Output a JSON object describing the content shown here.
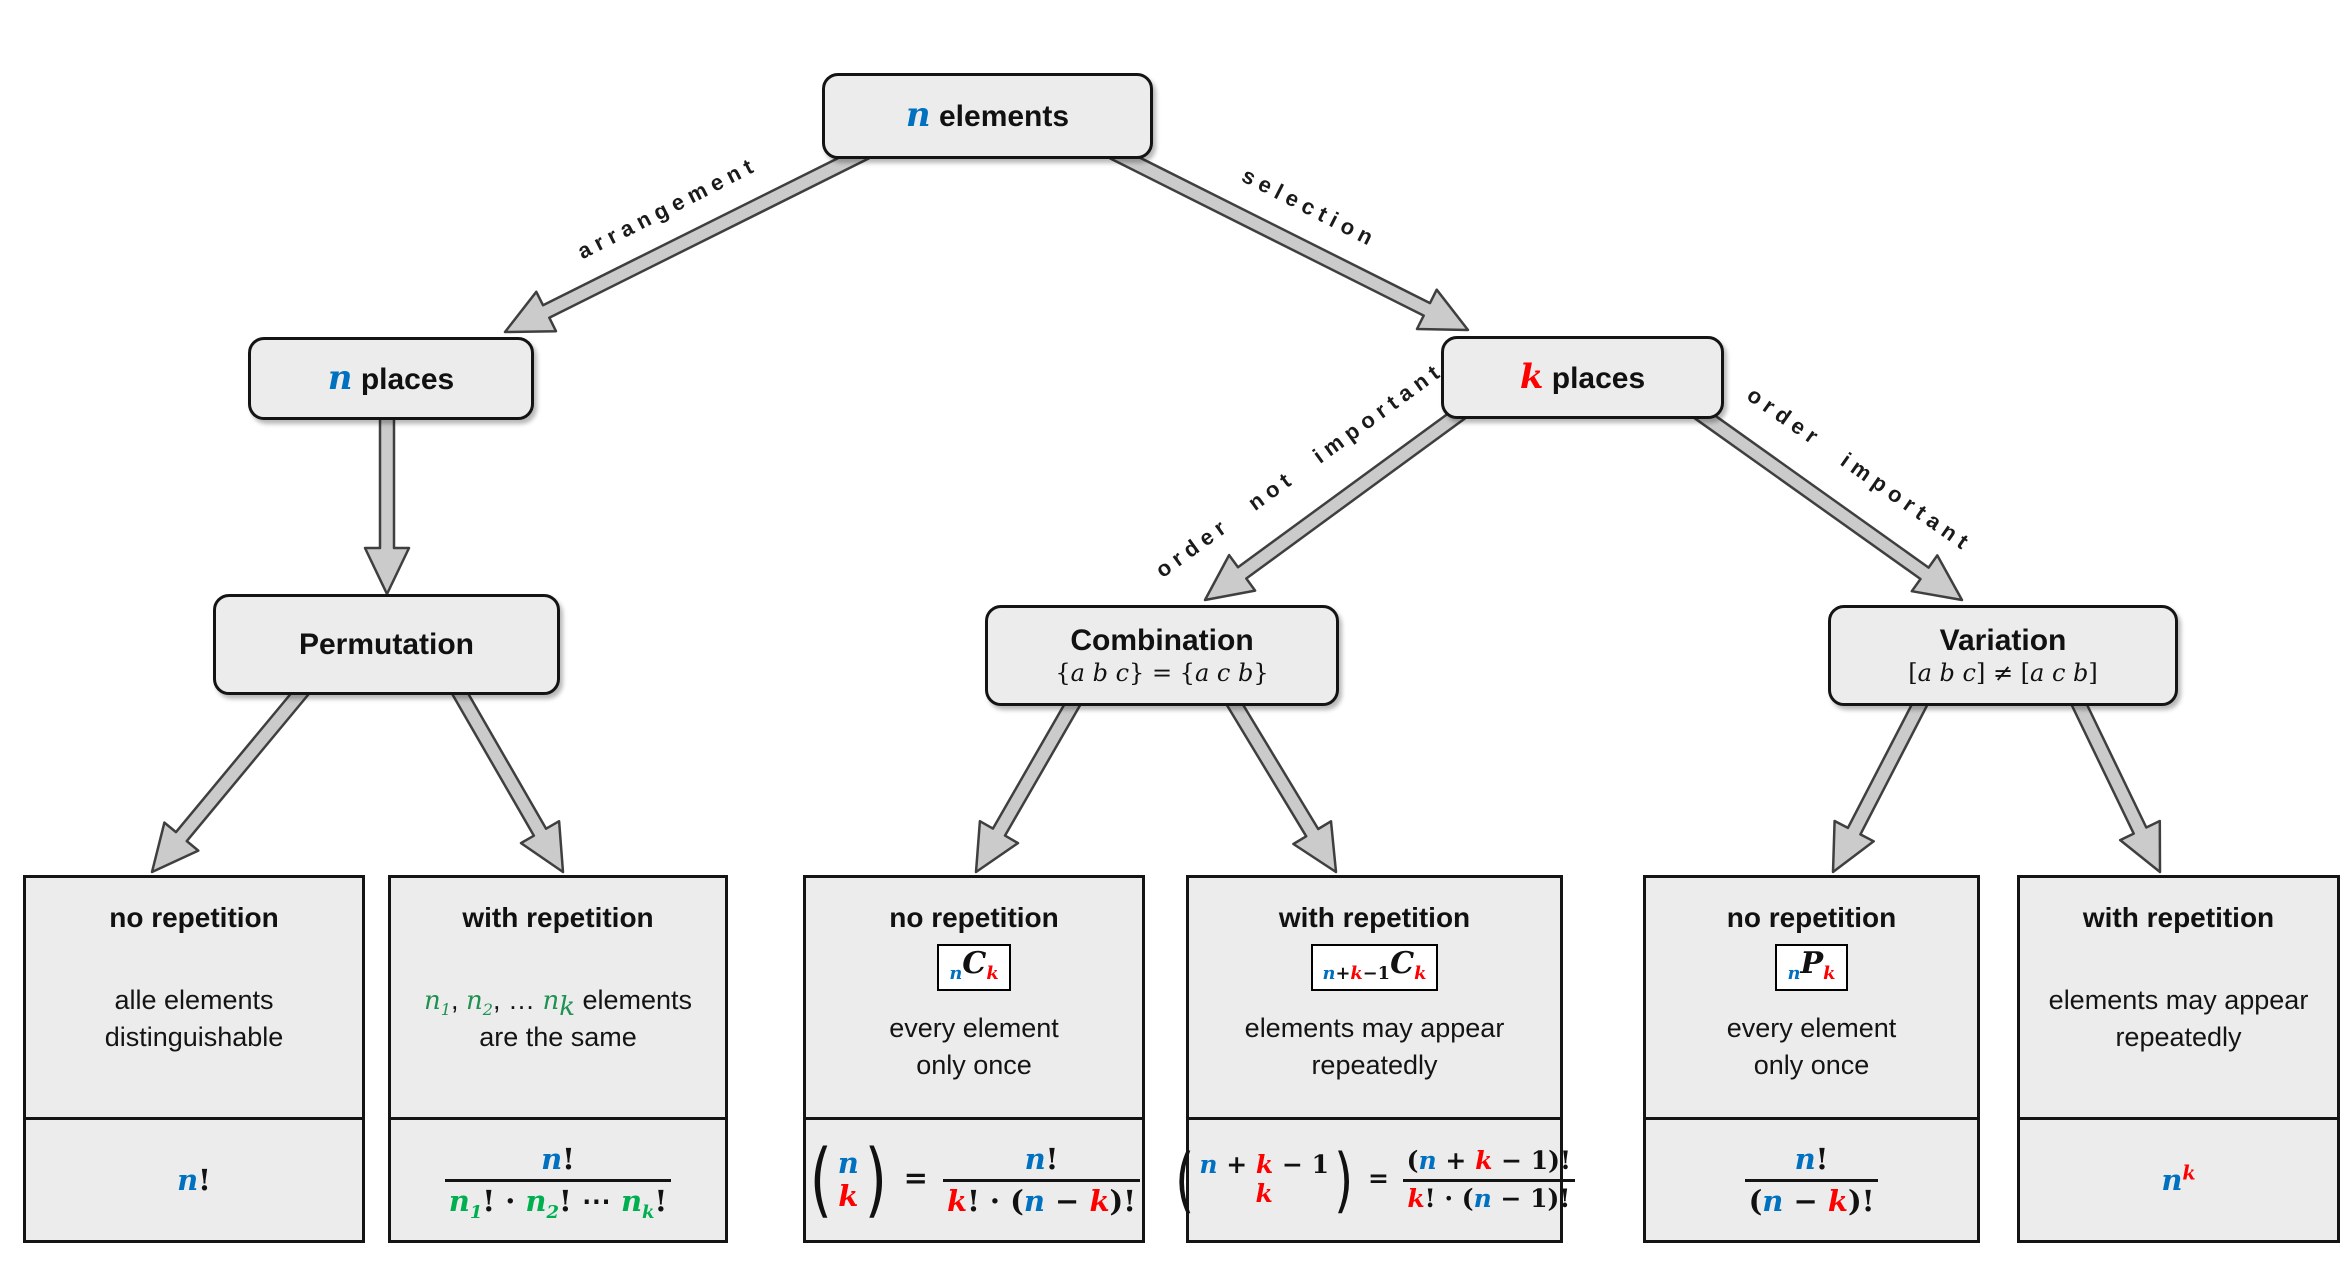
{
  "colors": {
    "blue": "#0070C0",
    "red": "#FF0000",
    "green": "#00B050",
    "green_dark": "#1F9151",
    "node_fill": "#ececec",
    "arrow_fill": "#cbcbcb"
  },
  "edges": {
    "arrangement": "arrangement",
    "selection": "selection",
    "order_not_important": "order not important",
    "order_important": "order important"
  },
  "nodes": {
    "n_elements": {
      "title": {
        "type": "row",
        "items": [
          {
            "t": "n",
            "c": "blue",
            "m": 1
          },
          " elements"
        ]
      }
    },
    "n_places": {
      "title": {
        "type": "row",
        "items": [
          {
            "t": "n",
            "c": "blue",
            "m": 1
          },
          " places"
        ]
      }
    },
    "k_places": {
      "title": {
        "type": "row",
        "items": [
          {
            "t": "k",
            "c": "red",
            "m": 1
          },
          " places"
        ]
      }
    },
    "permutation": {
      "title": {
        "type": "row",
        "items": [
          "Permutation"
        ]
      }
    },
    "combination": {
      "title": {
        "type": "row",
        "items": [
          "Combination"
        ]
      },
      "subtitle": {
        "type": "row",
        "items": [
          "{",
          {
            "t": "a b c",
            "m": 1
          },
          "} = {",
          {
            "t": "a c b",
            "m": 1
          },
          "}"
        ]
      }
    },
    "variation": {
      "title": {
        "type": "row",
        "items": [
          "Variation"
        ]
      },
      "subtitle": {
        "type": "row",
        "items": [
          "[",
          {
            "t": "a b c",
            "m": 1
          },
          "] ≠ [",
          {
            "t": "a c b",
            "m": 1
          },
          "]"
        ]
      }
    }
  },
  "cards": [
    {
      "header": "no repetition",
      "body": [
        {
          "type": "row",
          "items": [
            "alle elements"
          ]
        },
        {
          "type": "row",
          "items": [
            "distinguishable"
          ]
        }
      ],
      "formula": {
        "type": "row",
        "items": [
          {
            "t": "n",
            "c": "blue",
            "m": 1
          },
          "!"
        ]
      }
    },
    {
      "header": "with repetition",
      "body": [
        {
          "type": "row",
          "items": [
            {
              "t": "n",
              "c": "gd",
              "m": 1,
              "sub": {
                "t": "1",
                "c": "gd"
              }
            },
            ", ",
            {
              "t": "n",
              "c": "gd",
              "m": 1,
              "sub": {
                "t": "2",
                "c": "gd"
              }
            },
            ", … ",
            {
              "t": "n",
              "c": "gd",
              "m": 1,
              "sub": {
                "t": "k",
                "c": "gd",
                "m": 1
              }
            },
            " elements"
          ]
        },
        {
          "type": "row",
          "items": [
            "are the same"
          ]
        }
      ],
      "formula": {
        "type": "frac",
        "num": {
          "type": "row",
          "items": [
            {
              "t": "n",
              "c": "blue",
              "m": 1
            },
            "!"
          ]
        },
        "den": {
          "type": "row",
          "items": [
            {
              "t": "n",
              "c": "g",
              "m": 1,
              "sub": {
                "t": "1",
                "c": "g"
              }
            },
            "! · ",
            {
              "t": "n",
              "c": "g",
              "m": 1,
              "sub": {
                "t": "2",
                "c": "g"
              }
            },
            "! ⋯ ",
            {
              "t": "n",
              "c": "g",
              "m": 1,
              "sub": {
                "t": "k",
                "c": "g",
                "m": 1
              }
            },
            "!"
          ]
        }
      }
    },
    {
      "header": "no repetition",
      "badge": {
        "type": "row",
        "items": [
          {
            "t": "n",
            "c": "blue",
            "m": 1,
            "pos": "sub"
          },
          {
            "t": "C",
            "m": 1,
            "big": 1
          },
          {
            "t": "k",
            "c": "red",
            "m": 1,
            "pos": "sub"
          }
        ]
      },
      "body": [
        {
          "type": "row",
          "items": [
            "every element"
          ]
        },
        {
          "type": "row",
          "items": [
            "only once"
          ]
        }
      ],
      "formula": {
        "type": "row",
        "items": [
          {
            "type": "binom",
            "top": {
              "type": "row",
              "items": [
                {
                  "t": "n",
                  "c": "blue",
                  "m": 1
                }
              ]
            },
            "bot": {
              "type": "row",
              "items": [
                {
                  "t": "k",
                  "c": "red",
                  "m": 1
                }
              ]
            }
          },
          " = ",
          {
            "type": "frac",
            "num": {
              "type": "row",
              "items": [
                {
                  "t": "n",
                  "c": "blue",
                  "m": 1
                },
                "!"
              ]
            },
            "den": {
              "type": "row",
              "items": [
                {
                  "t": "k",
                  "c": "red",
                  "m": 1
                },
                "! · (",
                {
                  "t": "n",
                  "c": "blue",
                  "m": 1
                },
                " − ",
                {
                  "t": "k",
                  "c": "red",
                  "m": 1
                },
                ")!"
              ]
            }
          }
        ]
      }
    },
    {
      "header": "with repetition",
      "badge": {
        "type": "row",
        "items": [
          {
            "t": "n",
            "c": "blue",
            "m": 1,
            "pos": "sub"
          },
          {
            "t": "+",
            "pos": "sub"
          },
          {
            "t": "k",
            "c": "red",
            "m": 1,
            "pos": "sub"
          },
          {
            "t": "−1",
            "pos": "sub"
          },
          {
            "t": "C",
            "m": 1,
            "big": 1
          },
          {
            "t": "k",
            "c": "red",
            "m": 1,
            "pos": "sub"
          }
        ]
      },
      "body": [
        {
          "type": "row",
          "items": [
            "elements may appear"
          ]
        },
        {
          "type": "row",
          "items": [
            "repeatedly"
          ]
        }
      ],
      "formula": {
        "type": "row",
        "items": [
          {
            "type": "binom",
            "top": {
              "type": "row",
              "items": [
                {
                  "t": "n",
                  "c": "blue",
                  "m": 1
                },
                " + ",
                {
                  "t": "k",
                  "c": "red",
                  "m": 1
                },
                " − 1"
              ]
            },
            "bot": {
              "type": "row",
              "items": [
                {
                  "t": "k",
                  "c": "red",
                  "m": 1
                }
              ]
            }
          },
          " = ",
          {
            "type": "frac",
            "num": {
              "type": "row",
              "items": [
                "(",
                {
                  "t": "n",
                  "c": "blue",
                  "m": 1
                },
                " + ",
                {
                  "t": "k",
                  "c": "red",
                  "m": 1
                },
                " − 1",
                ")!"
              ]
            },
            "den": {
              "type": "row",
              "items": [
                {
                  "t": "k",
                  "c": "red",
                  "m": 1
                },
                "! · (",
                {
                  "t": "n",
                  "c": "blue",
                  "m": 1
                },
                " − 1",
                ")!"
              ]
            }
          }
        ]
      }
    },
    {
      "header": "no repetition",
      "badge": {
        "type": "row",
        "items": [
          {
            "t": "n",
            "c": "blue",
            "m": 1,
            "pos": "sub"
          },
          {
            "t": "P",
            "m": 1,
            "big": 1
          },
          {
            "t": "k",
            "c": "red",
            "m": 1,
            "pos": "sub"
          }
        ]
      },
      "body": [
        {
          "type": "row",
          "items": [
            "every element"
          ]
        },
        {
          "type": "row",
          "items": [
            "only once"
          ]
        }
      ],
      "formula": {
        "type": "frac",
        "num": {
          "type": "row",
          "items": [
            {
              "t": "n",
              "c": "blue",
              "m": 1
            },
            "!"
          ]
        },
        "den": {
          "type": "row",
          "items": [
            "(",
            {
              "t": "n",
              "c": "blue",
              "m": 1
            },
            " − ",
            {
              "t": "k",
              "c": "red",
              "m": 1
            },
            ")!"
          ]
        }
      }
    },
    {
      "header": "with repetition",
      "body": [
        {
          "type": "row",
          "items": [
            "elements may appear"
          ]
        },
        {
          "type": "row",
          "items": [
            "repeatedly"
          ]
        }
      ],
      "formula": {
        "type": "row",
        "items": [
          {
            "t": "n",
            "c": "blue",
            "m": 1,
            "sup": {
              "t": "k",
              "c": "red",
              "m": 1
            }
          }
        ]
      }
    }
  ]
}
